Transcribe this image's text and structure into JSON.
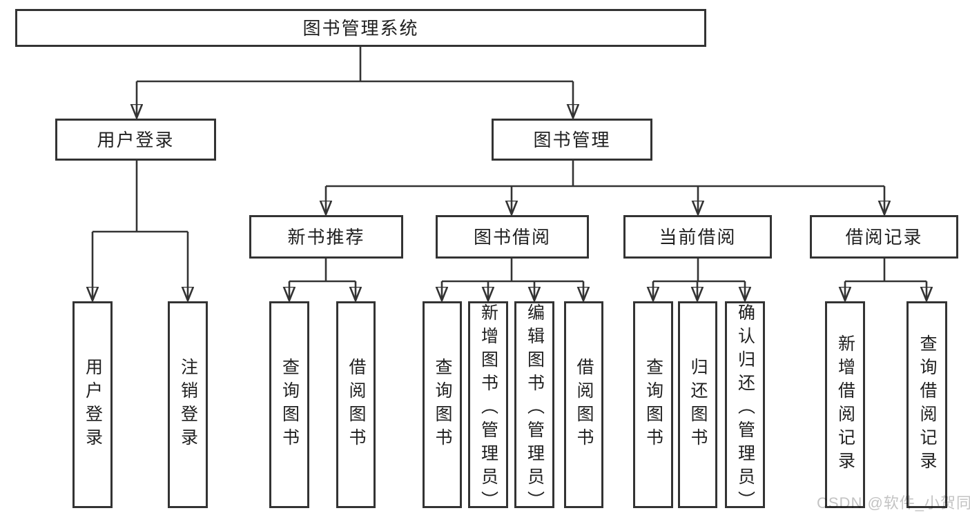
{
  "nodes": {
    "root": {
      "label": "图书管理系统"
    },
    "level2": [
      {
        "label": "用户登录"
      },
      {
        "label": "图书管理"
      }
    ],
    "level3": [
      {
        "label": "新书推荐"
      },
      {
        "label": "图书借阅"
      },
      {
        "label": "当前借阅"
      },
      {
        "label": "借阅记录"
      }
    ],
    "leaves": [
      {
        "label": "用户登录"
      },
      {
        "label": "注销登录"
      },
      {
        "label": "查询图书"
      },
      {
        "label": "借阅图书"
      },
      {
        "label": "查询图书"
      },
      {
        "label": "新增图书（管理员）"
      },
      {
        "label": "编辑图书（管理员）"
      },
      {
        "label": "借阅图书"
      },
      {
        "label": "查询图书"
      },
      {
        "label": "归还图书"
      },
      {
        "label": "确认归还（管理员）"
      },
      {
        "label": "新增借阅记录"
      },
      {
        "label": "查询借阅记录"
      }
    ]
  },
  "watermark": {
    "text": "CSDN @软件_小贺同学"
  },
  "colors": {
    "line": "#333333",
    "text": "#1f1f1f",
    "watermark": "#c3c3c3",
    "background": "#ffffff"
  }
}
